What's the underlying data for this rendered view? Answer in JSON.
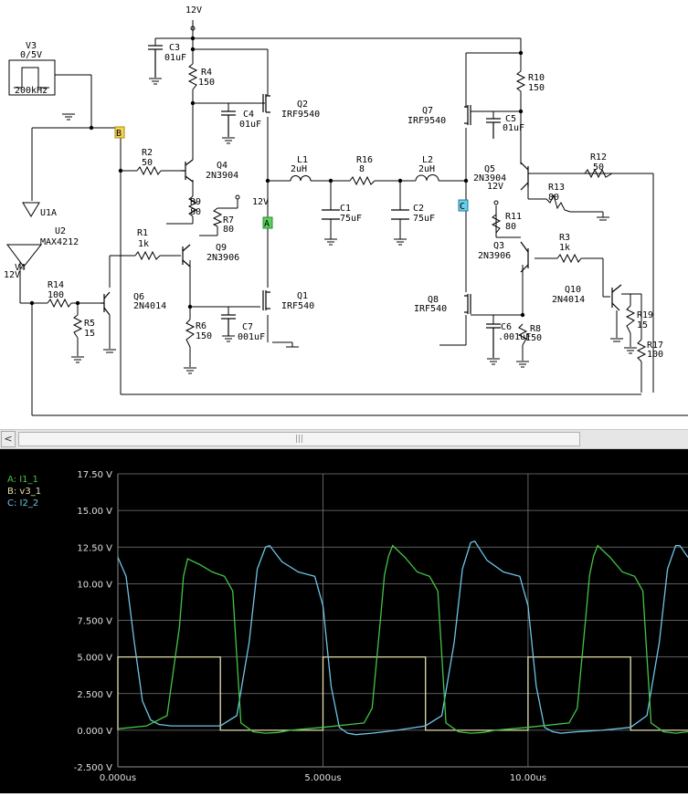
{
  "schematic": {
    "supply_top": "12V",
    "source": {
      "name": "V3",
      "value": "0/5V",
      "freq": "200kHz"
    },
    "nodes": {
      "a": "A",
      "b": "B",
      "c": "C"
    },
    "components": [
      {
        "id": "c3",
        "name": "C3",
        "value": "01uF"
      },
      {
        "id": "r4",
        "name": "R4",
        "value": "150"
      },
      {
        "id": "q2",
        "name": "Q2",
        "value": "IRF9540"
      },
      {
        "id": "c4",
        "name": "C4",
        "value": "01uF"
      },
      {
        "id": "r2",
        "name": "R2",
        "value": "50"
      },
      {
        "id": "q4",
        "name": "Q4",
        "value": "2N3904"
      },
      {
        "id": "r9",
        "name": "R9",
        "value": "80"
      },
      {
        "id": "r7",
        "name": "R7",
        "value": "80"
      },
      {
        "id": "r1",
        "name": "R1",
        "value": "1k"
      },
      {
        "id": "q9",
        "name": "Q9",
        "value": "2N3906"
      },
      {
        "id": "q6",
        "name": "Q6",
        "value": "2N4014"
      },
      {
        "id": "r14",
        "name": "R14",
        "value": "100"
      },
      {
        "id": "r5",
        "name": "R5",
        "value": "15"
      },
      {
        "id": "r6",
        "name": "R6",
        "value": "150"
      },
      {
        "id": "c7",
        "name": "C7",
        "value": "001uF"
      },
      {
        "id": "q1",
        "name": "Q1",
        "value": "IRF540"
      },
      {
        "id": "l1",
        "name": "L1",
        "value": "2uH"
      },
      {
        "id": "r16",
        "name": "R16",
        "value": "8"
      },
      {
        "id": "l2",
        "name": "L2",
        "value": "2uH"
      },
      {
        "id": "c1",
        "name": "C1",
        "value": "75uF"
      },
      {
        "id": "c2",
        "name": "C2",
        "value": "75uF"
      },
      {
        "id": "q7",
        "name": "Q7",
        "value": "IRF9540"
      },
      {
        "id": "c5",
        "name": "C5",
        "value": "01uF"
      },
      {
        "id": "r10",
        "name": "R10",
        "value": "150"
      },
      {
        "id": "r12",
        "name": "R12",
        "value": "50"
      },
      {
        "id": "q5",
        "name": "Q5",
        "value": "2N3904"
      },
      {
        "id": "r13",
        "name": "R13",
        "value": "80"
      },
      {
        "id": "r11",
        "name": "R11",
        "value": "80"
      },
      {
        "id": "q3",
        "name": "Q3",
        "value": "2N3906"
      },
      {
        "id": "r3",
        "name": "R3",
        "value": "1k"
      },
      {
        "id": "q10",
        "name": "Q10",
        "value": "2N4014"
      },
      {
        "id": "r19",
        "name": "R19",
        "value": "15"
      },
      {
        "id": "r17",
        "name": "R17",
        "value": "100"
      },
      {
        "id": "q8",
        "name": "Q8",
        "value": "IRF540"
      },
      {
        "id": "c6",
        "name": "C6",
        "value": ".001uF"
      },
      {
        "id": "r8",
        "name": "R8",
        "value": "150"
      }
    ],
    "u1a": "U1A",
    "u2": {
      "name": "U2",
      "value": "MAX4212"
    },
    "v4_label": "V4",
    "v4_value": "12V",
    "v12_label": "12V"
  },
  "scrollbar": {
    "left_arrow": "<",
    "thumb_grip": "|||"
  },
  "scope": {
    "legend": [
      {
        "id": "a",
        "label": "A: I1_1",
        "color": "#45c445"
      },
      {
        "id": "b",
        "label": "B: v3_1",
        "color": "#e6e0b0"
      },
      {
        "id": "c",
        "label": "C: I2_2",
        "color": "#6ec4e8"
      }
    ],
    "y_ticks": [
      "17.50 V",
      "15.00 V",
      "12.50 V",
      "10.00 V",
      "7.500 V",
      "5.000 V",
      "2.500 V",
      "0.000 V",
      "-2.500 V"
    ],
    "x_ticks": [
      "0.000us",
      "5.000us",
      "10.00us"
    ]
  },
  "chart_data": {
    "type": "line",
    "xlabel": "",
    "ylabel": "",
    "xlim": [
      0,
      13.9
    ],
    "ylim": [
      -2.5,
      17.5
    ],
    "x_unit": "us",
    "y_unit": "V",
    "grid": true,
    "legend_position": "top-left",
    "series": [
      {
        "name": "A: I1_1",
        "color": "#45c445",
        "x": [
          0,
          0.7,
          1.2,
          1.5,
          1.6,
          1.7,
          2.0,
          2.3,
          2.6,
          2.8,
          3.0,
          3.3,
          3.6,
          3.9,
          4.2,
          5.0,
          6.0,
          6.2,
          6.4,
          6.5,
          6.6,
          6.7,
          7.0,
          7.3,
          7.6,
          7.8,
          8.0,
          8.3,
          8.6,
          8.9,
          9.2,
          10.0,
          11.0,
          11.2,
          11.4,
          11.5,
          11.6,
          11.7,
          12.0,
          12.3,
          12.6,
          12.8,
          13.0,
          13.3,
          13.6,
          13.9
        ],
        "y": [
          0.1,
          0.3,
          1.0,
          7.0,
          10.5,
          11.7,
          11.3,
          10.8,
          10.5,
          9.5,
          0.5,
          -0.1,
          -0.2,
          -0.15,
          0.0,
          0.2,
          0.5,
          1.5,
          7.5,
          10.6,
          11.9,
          12.6,
          11.8,
          10.8,
          10.5,
          9.5,
          0.5,
          -0.1,
          -0.2,
          -0.15,
          0.0,
          0.2,
          0.5,
          1.5,
          7.5,
          10.6,
          11.9,
          12.6,
          11.8,
          10.8,
          10.5,
          9.5,
          0.5,
          -0.1,
          -0.2,
          -0.1
        ]
      },
      {
        "name": "B: v3_1",
        "color": "#e6e0b0",
        "x": [
          0,
          0.0,
          2.5,
          2.5,
          5.0,
          5.0,
          7.5,
          7.5,
          10.0,
          10.0,
          12.5,
          12.5,
          13.9
        ],
        "y": [
          0,
          5,
          5,
          0,
          0,
          5,
          5,
          0,
          0,
          5,
          5,
          0,
          0
        ]
      },
      {
        "name": "C: I2_2",
        "color": "#6ec4e8",
        "x": [
          0,
          0.2,
          0.4,
          0.6,
          0.8,
          1.0,
          1.3,
          1.8,
          2.5,
          2.9,
          3.2,
          3.4,
          3.6,
          3.7,
          4.0,
          4.4,
          4.8,
          5.0,
          5.2,
          5.4,
          5.6,
          5.8,
          6.2,
          6.8,
          7.5,
          7.9,
          8.2,
          8.4,
          8.6,
          8.7,
          9.0,
          9.4,
          9.8,
          10.0,
          10.2,
          10.4,
          10.6,
          10.8,
          11.2,
          11.8,
          12.5,
          12.9,
          13.2,
          13.4,
          13.6,
          13.7,
          13.9
        ],
        "y": [
          11.8,
          10.5,
          6.0,
          2.0,
          0.7,
          0.4,
          0.3,
          0.3,
          0.3,
          1.0,
          6.0,
          11.0,
          12.5,
          12.6,
          11.5,
          10.8,
          10.5,
          8.5,
          3.0,
          0.2,
          -0.2,
          -0.3,
          -0.2,
          0.0,
          0.3,
          1.0,
          6.0,
          11.0,
          12.8,
          12.9,
          11.6,
          10.8,
          10.5,
          8.5,
          3.0,
          0.2,
          -0.1,
          -0.2,
          -0.1,
          0.0,
          0.2,
          1.0,
          6.0,
          11.0,
          12.6,
          12.6,
          11.8
        ]
      }
    ]
  }
}
